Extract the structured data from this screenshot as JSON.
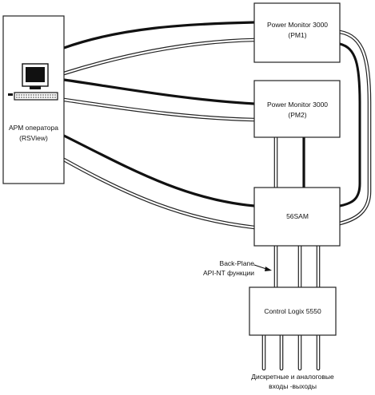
{
  "blocks": {
    "operator": {
      "line1": "АРМ оператора",
      "line2": "(RSView)"
    },
    "pm1": {
      "line1": "Power Monitor 3000",
      "line2": "(PM1)"
    },
    "pm2": {
      "line1": "Power Monitor 3000",
      "line2": "(PM2)"
    },
    "sam": {
      "label": "56SAM"
    },
    "clx": {
      "label": "Control Logix 5550"
    }
  },
  "annotations": {
    "backplane_line1": "Back-Plane",
    "backplane_line2": "API-NT  функции",
    "io_line1": "Дискретные и аналоговые",
    "io_line2": "входы -выходы"
  },
  "icons": {
    "workstation": "computer-workstation-icon"
  },
  "colors": {
    "line": "#111111",
    "double_line_fill": "#ffffff"
  }
}
